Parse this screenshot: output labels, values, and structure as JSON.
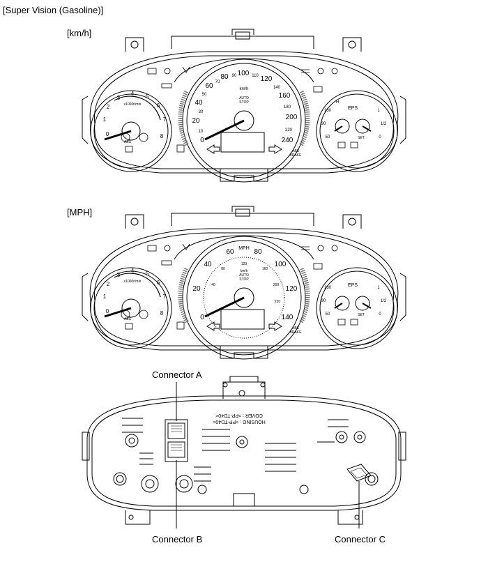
{
  "header": {
    "title": "[Super Vision (Gasoline)]"
  },
  "sections": {
    "kmh": {
      "label": "[km/h]"
    },
    "mph": {
      "label": "[MPH]"
    }
  },
  "kmh_cluster": {
    "tacho_ticks": [
      "0",
      "1",
      "2",
      "3",
      "4",
      "5",
      "6",
      "7",
      "8"
    ],
    "tacho_unit": "x1000r/min",
    "speed_ticks": [
      "0",
      "20",
      "40",
      "60",
      "80",
      "100",
      "120",
      "160",
      "200",
      "240"
    ],
    "speed_minor": [
      "10",
      "30",
      "50",
      "70",
      "90",
      "110",
      "140",
      "180",
      "220"
    ],
    "speed_unit": "km/h",
    "autostop_line1": "AUTO",
    "autostop_line2": "STOP",
    "temp_ticks": [
      "50",
      "90",
      "130"
    ],
    "temp_hot": "H",
    "eps": "EPS",
    "fuel_ticks": [
      "0",
      "1/2",
      "1"
    ],
    "set": "SET",
    "abs": "ABS",
    "brake": "BRAKE"
  },
  "mph_cluster": {
    "tacho_ticks": [
      "0",
      "1",
      "2",
      "3",
      "4",
      "5",
      "6",
      "7",
      "8"
    ],
    "tacho_unit": "x1000r/min",
    "speed_ticks": [
      "0",
      "20",
      "40",
      "60",
      "80",
      "100",
      "120",
      "140"
    ],
    "speed_inner": [
      "40",
      "80",
      "120",
      "160",
      "200",
      "220"
    ],
    "speed_unit": "MPH",
    "inner_unit": "km/h",
    "autostop_line1": "AUTO",
    "autostop_line2": "STOP",
    "temp_ticks": [
      "50",
      "90",
      "130"
    ],
    "eps": "EPS",
    "fuel_ticks": [
      "0",
      "1/2",
      "1"
    ],
    "set": "SET",
    "abs": "ABS",
    "brake": "BRAKE"
  },
  "rear_cluster": {
    "housing_text": "HOUSING : >PP-TD40<",
    "cover_text": "COVER : >PP-TD40<"
  },
  "connectors": {
    "a": "Connector A",
    "b": "Connector B",
    "c": "Connector C"
  }
}
